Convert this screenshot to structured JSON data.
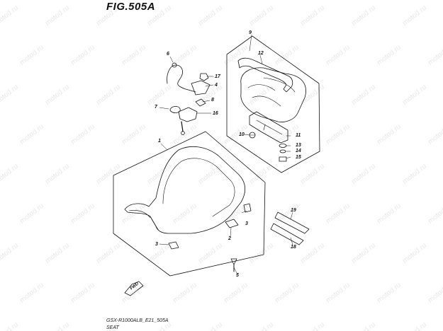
{
  "figure": {
    "title": "FIG.505A",
    "footer_code": "GSX-R1000ALB_E21_505A",
    "footer_label": "SEAT",
    "fwd_label": "FWD",
    "watermark": "motod.ru"
  },
  "callouts": [
    {
      "id": "1",
      "label": "1"
    },
    {
      "id": "2",
      "label": "2"
    },
    {
      "id": "3a",
      "label": "3"
    },
    {
      "id": "3b",
      "label": "3"
    },
    {
      "id": "4",
      "label": "4"
    },
    {
      "id": "5",
      "label": "5"
    },
    {
      "id": "6",
      "label": "6"
    },
    {
      "id": "7",
      "label": "7"
    },
    {
      "id": "8",
      "label": "8"
    },
    {
      "id": "9",
      "label": "9"
    },
    {
      "id": "10",
      "label": "10"
    },
    {
      "id": "11",
      "label": "11"
    },
    {
      "id": "12",
      "label": "12"
    },
    {
      "id": "13",
      "label": "13"
    },
    {
      "id": "14",
      "label": "14"
    },
    {
      "id": "15",
      "label": "15"
    },
    {
      "id": "16",
      "label": "16"
    },
    {
      "id": "17",
      "label": "17"
    },
    {
      "id": "18",
      "label": "18"
    },
    {
      "id": "19",
      "label": "19"
    }
  ]
}
